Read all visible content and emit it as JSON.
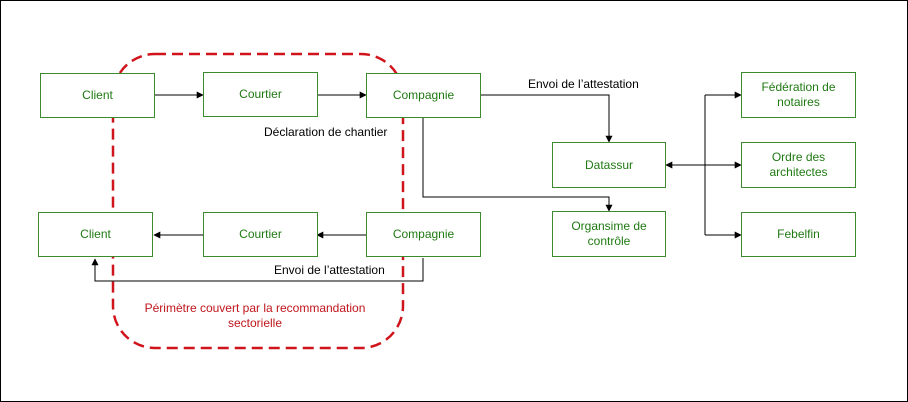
{
  "nodes": {
    "client_top": "Client",
    "courtier_top": "Courtier",
    "compagnie_top": "Compagnie",
    "client_bottom": "Client",
    "courtier_bottom": "Courtier",
    "compagnie_bottom": "Compagnie",
    "datassur": "Datassur",
    "organisme": "Organsime de contrôle",
    "federation": "Fédération de notaires",
    "ordre": "Ordre des architectes",
    "febelfin": "Febelfin"
  },
  "labels": {
    "declaration": "Déclaration de chantier",
    "envoi_top": "Envoi de l’attestation",
    "envoi_bottom": "Envoi de l’attestation",
    "perimetre": "Périmètre couvert par la recommandation sectorielle"
  },
  "colors": {
    "box_border": "#3c8a2e",
    "box_text": "#1f7a12",
    "dashed_outline": "#d0141c"
  }
}
